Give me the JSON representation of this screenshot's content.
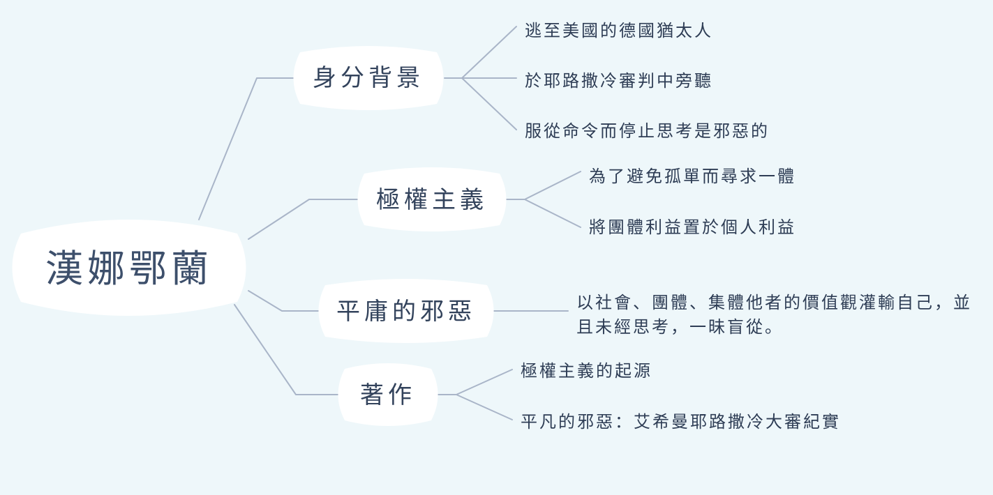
{
  "root": {
    "label": "漢娜鄂蘭"
  },
  "branches": [
    {
      "label": "身分背景",
      "items": [
        "逃至美國的德國猶太人",
        "於耶路撒冷審判中旁聽",
        "服從命令而停止思考是邪惡的"
      ]
    },
    {
      "label": "極權主義",
      "items": [
        "為了避免孤單而尋求一體",
        "將團體利益置於個人利益"
      ]
    },
    {
      "label": "平庸的邪惡",
      "items": [
        "以社會、團體、集體他者的價值觀灌輸自己，並",
        "且未經思考，一昧盲從。"
      ]
    },
    {
      "label": "著作",
      "items": [
        "極權主義的起源",
        "平凡的邪惡：艾希曼耶路撒冷大審紀實"
      ]
    }
  ],
  "colors": {
    "background": "#eef7fa",
    "node_fill": "#ffffff",
    "connector": "#a9b5c8",
    "text": "#2f3e55"
  }
}
